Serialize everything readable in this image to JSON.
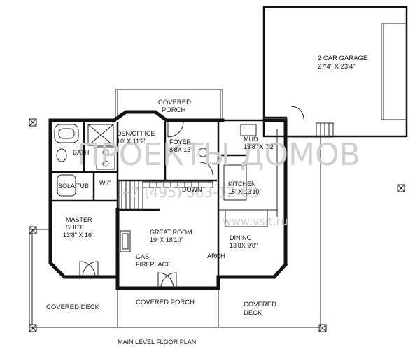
{
  "rooms": {
    "garage": {
      "name": "2 CAR GARAGE",
      "dims": "27'4\" X 23'4\""
    },
    "covered_porch_top": {
      "name": "COVERED",
      "name2": "PORCH"
    },
    "den": {
      "name": "DEN/OFFICE",
      "dims": "10' X 11'2\""
    },
    "foyer": {
      "name": "FOYER",
      "dims": "8'8X 13'"
    },
    "mud": {
      "name": "MUD",
      "dims": "13'8\" X 7'2\""
    },
    "bath": {
      "name": "BATH"
    },
    "sola_tub": {
      "name": "SOLA TUB"
    },
    "wic": {
      "name": "WIC"
    },
    "down": {
      "name": "DOWN"
    },
    "kitchen": {
      "name": "KITCHEN",
      "dims": "15' X 13'10\""
    },
    "master": {
      "name": "MASTER",
      "name2": "SUITE",
      "dims": "13'8\" X 16'"
    },
    "great_room": {
      "name": "GREAT ROOM",
      "dims": "19' X 18'10\""
    },
    "dining": {
      "name": "DINING",
      "dims": "13'8X 9'8\""
    },
    "gas_fireplace": {
      "name": "GAS",
      "name2": "FIREPLACE"
    },
    "arch": {
      "name": "ARCH"
    },
    "covered_deck_left": {
      "name": "COVERED DECK"
    },
    "covered_porch_bottom": {
      "name": "COVERED PORCH"
    },
    "covered_deck_right": {
      "name": "COVERED",
      "name2": "DECK"
    }
  },
  "caption": "MAIN LEVEL FLOOR PLAN",
  "watermark": {
    "brand": "ПРОЕКТЫ ДОМОВ",
    "phone": "+7 (495) 363-12-63",
    "site": "www.vsit.ru"
  }
}
